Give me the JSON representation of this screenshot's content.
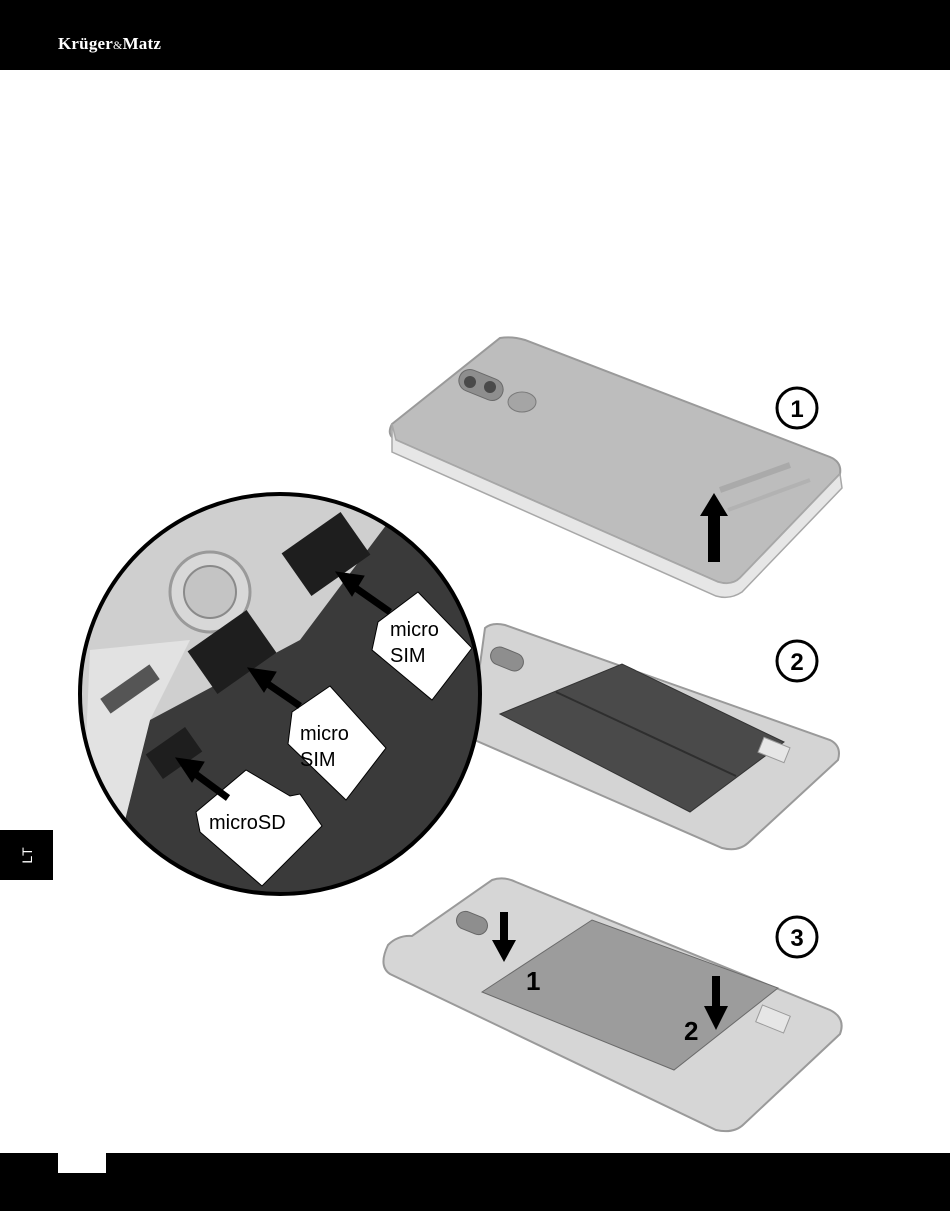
{
  "header": {
    "brand_main": "Krüger",
    "brand_amp": "&",
    "brand_end": "Matz"
  },
  "side_tab": {
    "label": "LT"
  },
  "steps": {
    "step1": "1",
    "step2": "2",
    "step3": "3"
  },
  "slots": {
    "sim_a_line1": "micro",
    "sim_a_line2": "SIM",
    "sim_b_line1": "micro",
    "sim_b_line2": "SIM",
    "sd": "microSD"
  },
  "battery_marks": {
    "first": "1",
    "second": "2"
  }
}
